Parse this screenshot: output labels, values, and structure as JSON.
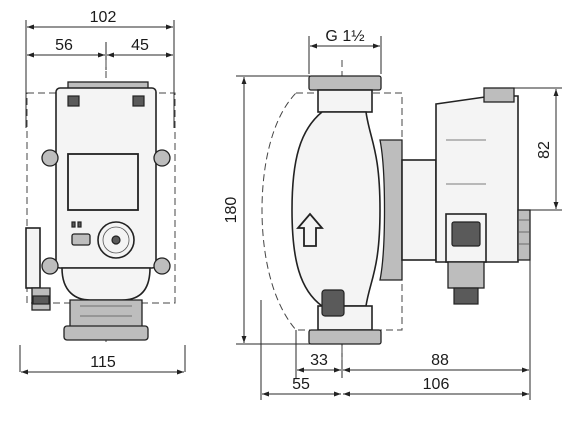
{
  "diagram": {
    "front_view": {
      "dim_overall_width": "102",
      "dim_left_of_axis": "56",
      "dim_right_of_axis": "45",
      "dim_bottom_width": "115"
    },
    "side_view": {
      "dim_thread": "G 1½",
      "dim_height": "180",
      "dim_head_height": "82",
      "dim_left_offset": "33",
      "dim_left_overall": "55",
      "dim_right_offset": "88",
      "dim_right_overall": "106"
    }
  }
}
